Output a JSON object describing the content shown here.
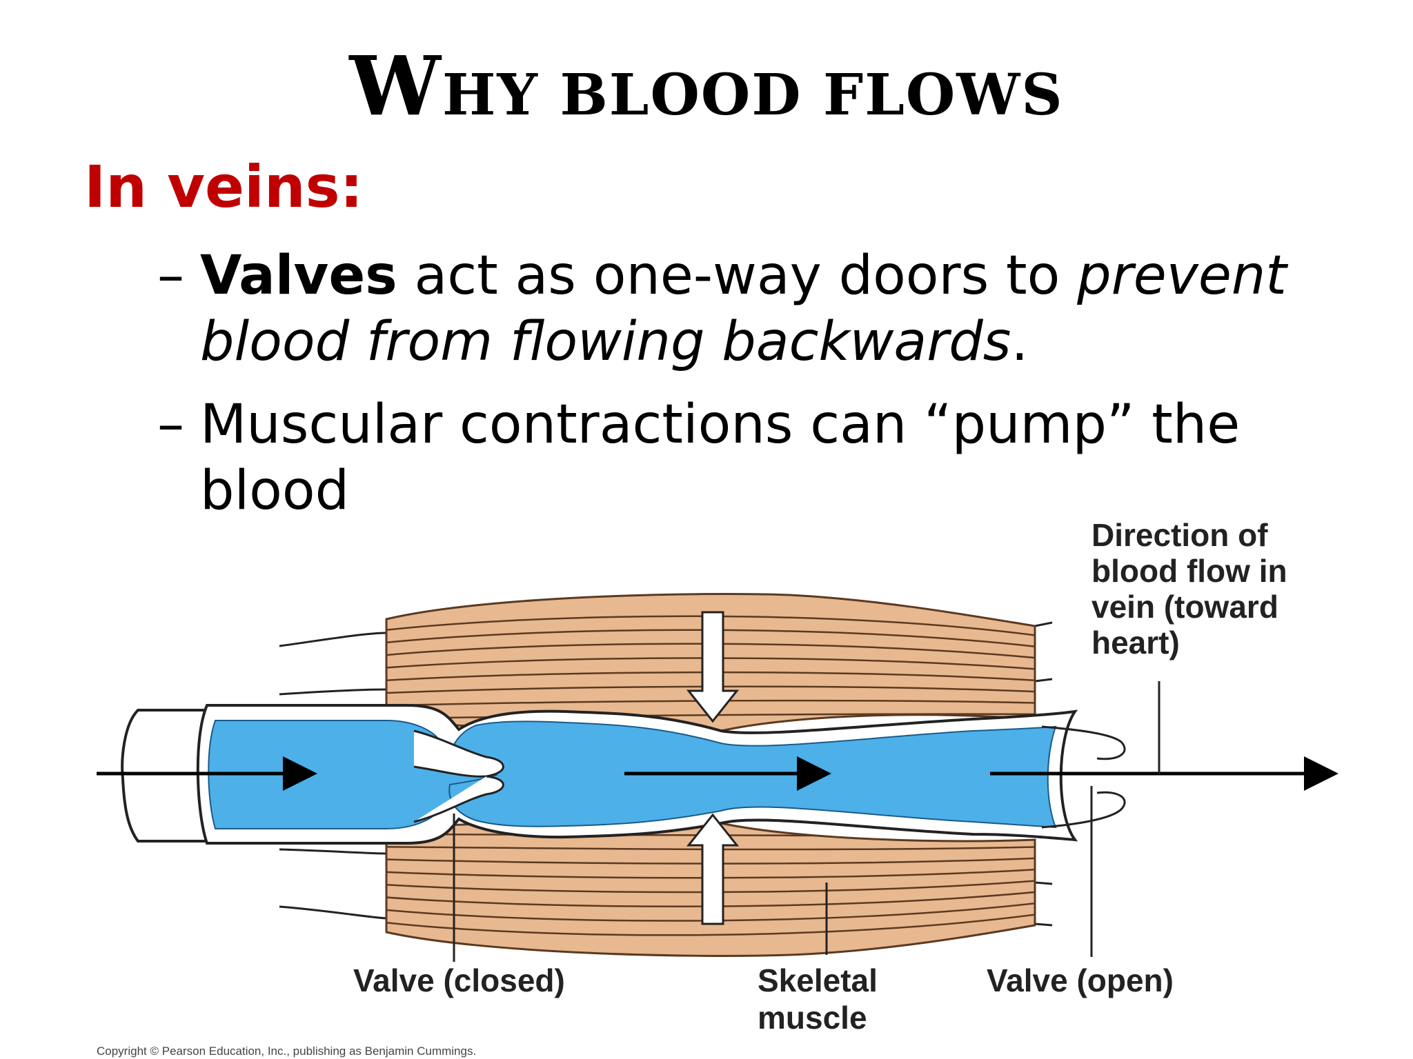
{
  "slide": {
    "title_first_letter": "W",
    "title_rest": "hy blood flows",
    "subhead": "In veins:",
    "bullets": [
      {
        "dash": "–",
        "bold": "Valves",
        "plain": " act as one-way doors to ",
        "italic": "prevent blood from flowing backwards",
        "end": "."
      },
      {
        "dash": "–",
        "plain": "Muscular contractions can “pump” the blood"
      }
    ]
  },
  "diagram": {
    "labels": {
      "direction_line1": "Direction of",
      "direction_line2": "blood flow in",
      "direction_line3": "vein (toward",
      "direction_line4": "heart)",
      "valve_closed": "Valve (closed)",
      "skeletal_line1": "Skeletal",
      "skeletal_line2": "muscle",
      "valve_open": "Valve (open)"
    },
    "copyright": "Copyright © Pearson Education, Inc., publishing as Benjamin Cummings.",
    "colors": {
      "blood": "#4db0e8",
      "muscle": "#e8b890",
      "muscle_stripe": "#5a3a20",
      "subhead": "#c00000"
    }
  }
}
